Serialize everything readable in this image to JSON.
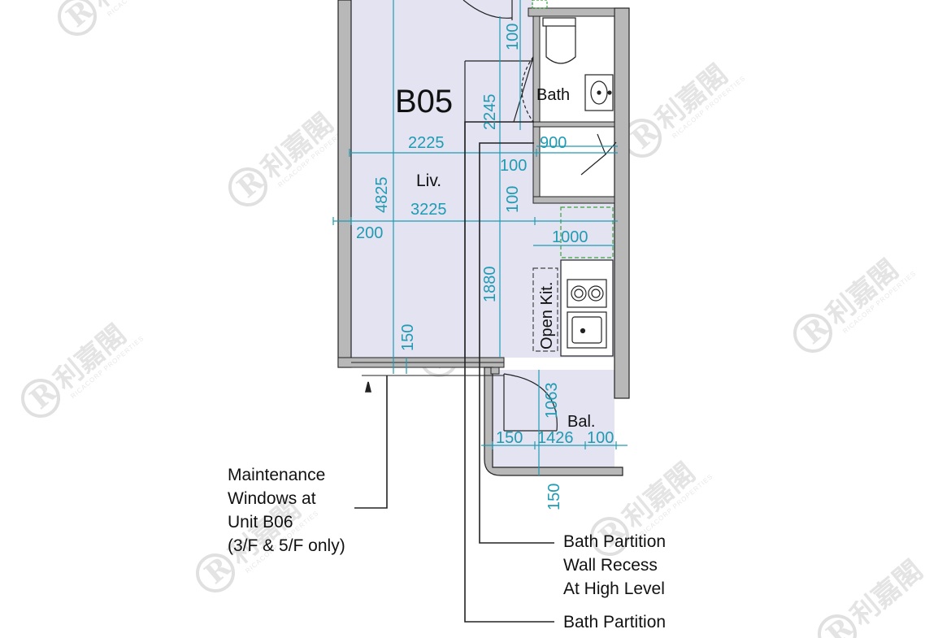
{
  "unit_label": "B05",
  "rooms": {
    "bath": "Bath",
    "living": "Liv.",
    "open_kitchen": "Open Kit.",
    "balcony": "Bal."
  },
  "dimensions": {
    "d_100_top": "100",
    "d_2245": "2245",
    "d_2225": "2225",
    "d_900": "900",
    "d_100_a": "100",
    "d_100_b": "100",
    "d_4825": "4825",
    "d_3225": "3225",
    "d_200": "200",
    "d_1000": "1000",
    "d_1880": "1880",
    "d_150_left": "150",
    "d_1063": "1063",
    "d_150_bal": "150",
    "d_1426": "1426",
    "d_100_bal": "100",
    "d_150_bottom": "150"
  },
  "notes": {
    "maintenance": [
      "Maintenance",
      "Windows at",
      "Unit B06",
      "(3/F & 5/F only)"
    ],
    "recess": [
      "Bath Partition",
      "Wall Recess",
      "At High Level"
    ],
    "partition": "Bath Partition"
  },
  "watermark": {
    "brand_cn": "利嘉閣",
    "brand_en": "RICACORP PROPERTIES",
    "logo_letter": "R"
  },
  "colors": {
    "floor": "#e3e3f1",
    "wall": "#b8b8b8",
    "dimension": "#1f9bb3",
    "green_dash": "#3aa33a",
    "watermark": "#e2e2e2"
  }
}
